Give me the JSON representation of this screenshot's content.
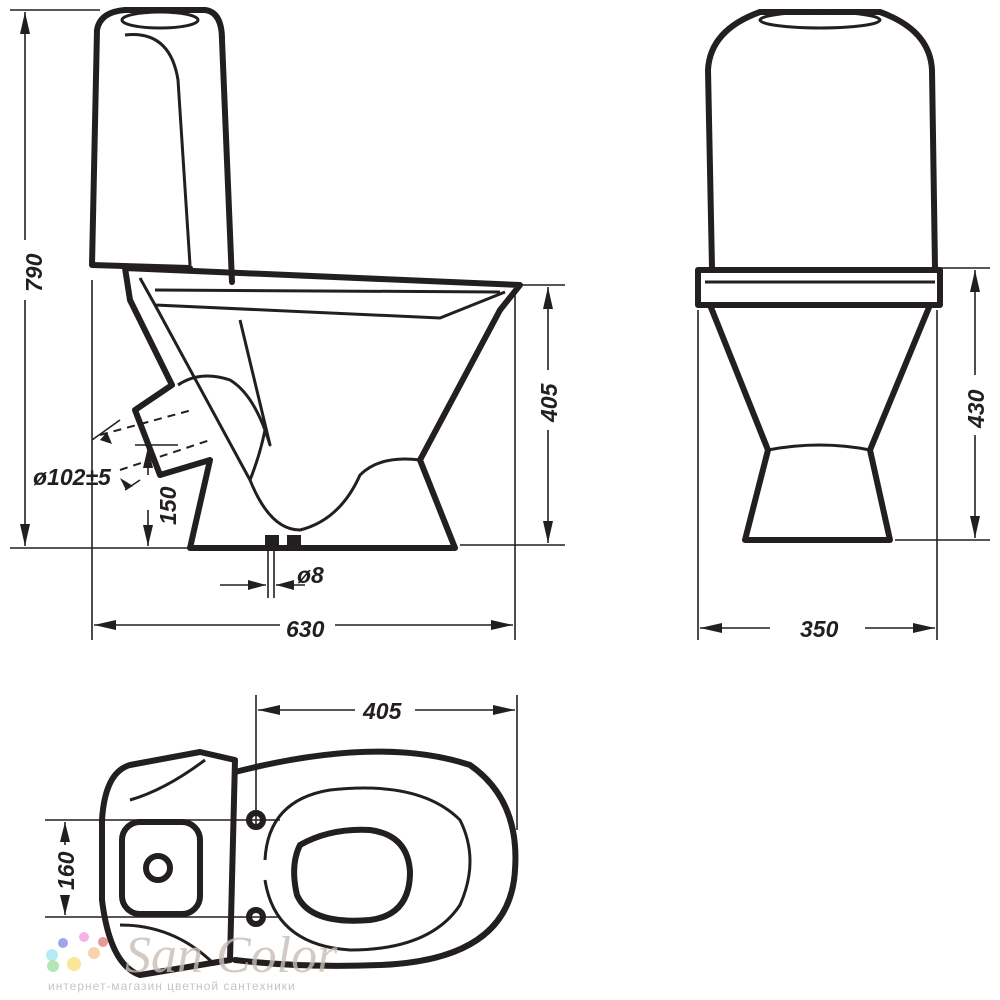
{
  "drawing": {
    "title_views": [
      "side-view",
      "front-view",
      "top-view"
    ],
    "dimensions": {
      "total_height": "790",
      "bowl_height_side": "405",
      "total_depth": "630",
      "drain_diameter": "ø8",
      "outlet_diameter": "ø102±5",
      "outlet_height": "150",
      "bowl_height_front": "430",
      "width": "350",
      "bolt_to_front": "405",
      "bolt_spacing": "160"
    }
  },
  "watermark": {
    "brand": "San Color",
    "tagline": "интернет-магазин цветной сантехники",
    "dot_colors": [
      "#8a8fe0",
      "#f0a0e0",
      "#a0e8f0",
      "#f8e080",
      "#f8c898",
      "#a0e0a0",
      "#e08080"
    ]
  }
}
